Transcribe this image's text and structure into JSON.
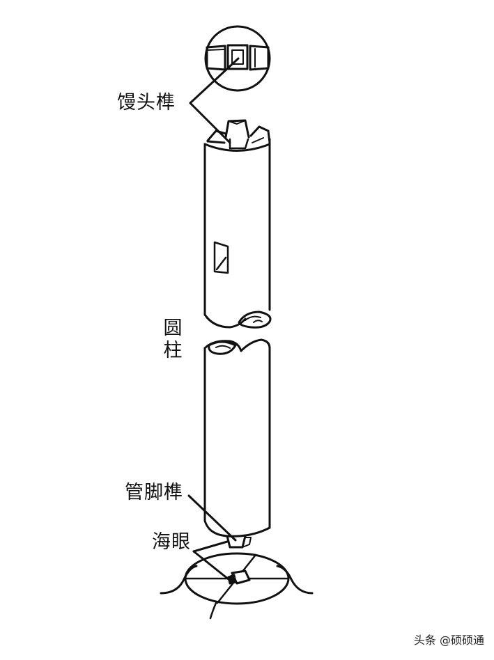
{
  "diagram": {
    "subject": "wooden column joinery",
    "labels": {
      "mantou_tenon": "馒头榫",
      "column_line1": "圆",
      "column_line2": "柱",
      "guanjiao_tenon": "管脚榫",
      "sea_eye": "海眼"
    },
    "watermark": "头条 @硕硕通",
    "colors": {
      "stroke": "#111111",
      "background": "#ffffff"
    }
  }
}
